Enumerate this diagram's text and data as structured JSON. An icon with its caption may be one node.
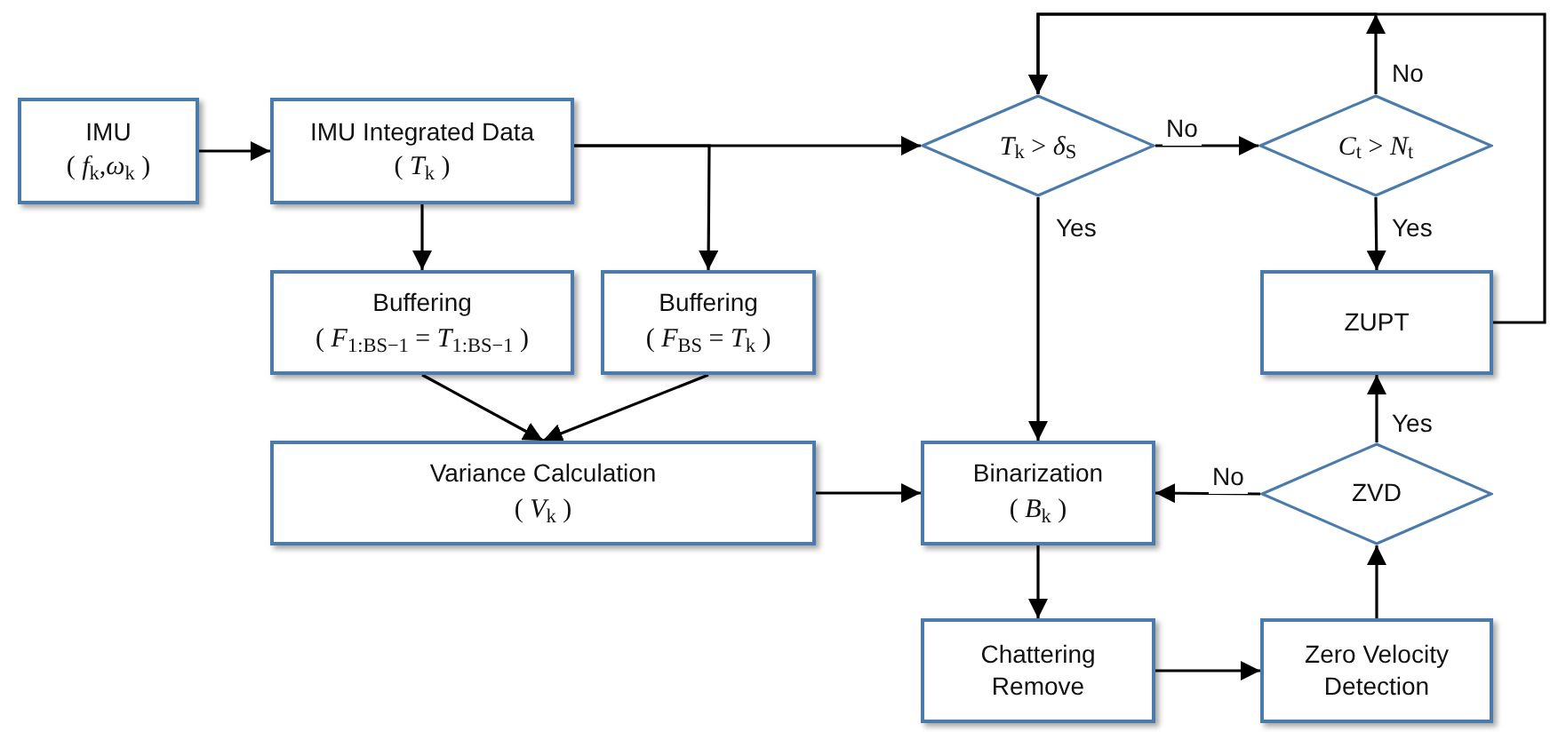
{
  "diagram": {
    "nodes": [
      {
        "text": [
          "IMU",
          "( *f*$_{k}$,*ω*$_{k}$ )"
        ]
      },
      {
        "text": [
          "IMU Integrated Data",
          "( *T*$_{k}$ )"
        ]
      },
      {
        "text": [
          "Buffering",
          "( *F*$_{1:BS−1}$ = *T*$_{1:BS−1}$ )"
        ]
      },
      {
        "text": [
          "Buffering",
          "( *F*$_{BS}$ = *T*$_{k}$ )"
        ]
      },
      {
        "text": [
          "Variance Calculation",
          "( *V*$_{k}$ )"
        ]
      },
      {
        "text": [
          "*T*$_{k}$ > *δ*$_{S}$"
        ]
      },
      {
        "text": [
          "*C*$_{t}$ > *N*$_{t}$"
        ]
      },
      {
        "text": [
          "ZUPT"
        ]
      },
      {
        "text": [
          "Binarization",
          "( *B*$_{k}$ )"
        ]
      },
      {
        "text": [
          "ZVD"
        ]
      },
      {
        "text": [
          "Chattering Remove"
        ]
      },
      {
        "text": [
          "Zero Velocity Detection"
        ]
      }
    ],
    "edges": [
      {
        "from": 0,
        "to": 1,
        "arrow": "to"
      },
      {
        "from": 1,
        "to": 2,
        "arrow": "to"
      },
      {
        "from": 1,
        "to": 3,
        "arrow": "to"
      },
      {
        "from": 1,
        "to": 5,
        "arrow": "to"
      },
      {
        "from": 5,
        "to": 6,
        "arrow": "to",
        "label": "No"
      },
      {
        "from": 5,
        "to": 8,
        "arrow": "to",
        "label": "Yes"
      },
      {
        "from": 6,
        "to": 7,
        "arrow": "to",
        "label": "Yes"
      },
      {
        "from": 6,
        "to": 5,
        "arrow": "to",
        "label": "No"
      },
      {
        "from": 7,
        "to": 5,
        "arrow": "to"
      },
      {
        "from": 2,
        "to": 4,
        "arrow": "to"
      },
      {
        "from": 3,
        "to": 4,
        "arrow": "to"
      },
      {
        "from": 4,
        "to": 8,
        "arrow": "to"
      },
      {
        "from": 8,
        "to": 10,
        "arrow": "to"
      },
      {
        "from": 10,
        "to": 11,
        "arrow": "to"
      },
      {
        "from": 11,
        "to": 9,
        "arrow": "to"
      },
      {
        "from": 9,
        "to": 7,
        "arrow": "to",
        "label": "Yes"
      },
      {
        "from": 9,
        "to": 8,
        "arrow": "to",
        "label": "No"
      }
    ]
  }
}
